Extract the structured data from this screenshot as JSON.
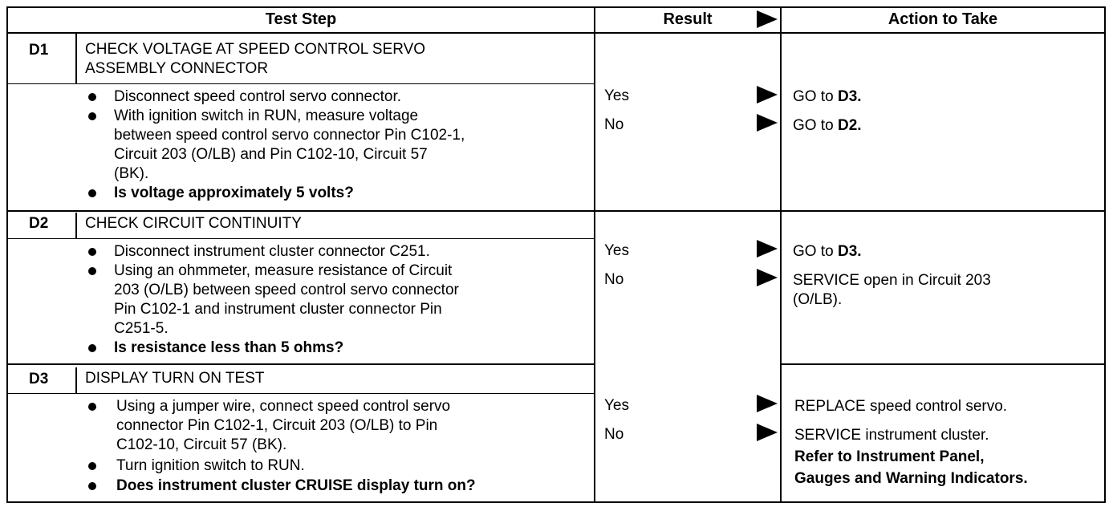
{
  "header": {
    "test_step": "Test Step",
    "result": "Result",
    "action": "Action to Take"
  },
  "rows": [
    {
      "code": "D1",
      "title_line1": "CHECK VOLTAGE AT SPEED CONTROL SERVO",
      "title_line2": "ASSEMBLY CONNECTOR",
      "steps": [
        [
          "Disconnect speed control servo connector."
        ],
        [
          "With ignition switch in RUN, measure voltage",
          "between speed control servo connector Pin C102-1,",
          "Circuit 203 (O/LB) and Pin C102-10, Circuit 57",
          "(BK)."
        ],
        [
          "Is voltage approximately 5 volts?"
        ]
      ],
      "results": [
        "Yes",
        "No"
      ],
      "actions": [
        {
          "prefix": "GO to ",
          "ref": "D3."
        },
        {
          "prefix": "GO to ",
          "ref": "D2."
        }
      ]
    },
    {
      "code": "D2",
      "title_line1": "CHECK CIRCUIT CONTINUITY",
      "steps": [
        [
          "Disconnect instrument cluster connector C251."
        ],
        [
          "Using an ohmmeter, measure resistance of Circuit",
          "203 (O/LB) between speed control servo connector",
          "Pin C102-1 and instrument cluster connector Pin",
          "C251-5."
        ],
        [
          "Is resistance less than 5 ohms?"
        ]
      ],
      "results": [
        "Yes",
        "No"
      ],
      "actions": [
        {
          "prefix": "GO to ",
          "ref": "D3."
        },
        {
          "line1": "SERVICE open in Circuit 203",
          "line2": "(O/LB)."
        }
      ]
    },
    {
      "code": "D3",
      "title_line1": "DISPLAY TURN ON TEST",
      "steps": [
        [
          "Using a jumper wire, connect speed control servo",
          "connector Pin C102-1, Circuit 203 (O/LB) to Pin",
          "C102-10, Circuit 57 (BK)."
        ],
        [
          "Turn ignition switch to RUN."
        ],
        [
          "Does instrument cluster CRUISE display turn on?"
        ]
      ],
      "results": [
        "Yes",
        "No"
      ],
      "actions": [
        {
          "line1": "REPLACE speed control servo."
        },
        {
          "line1": "SERVICE instrument cluster.",
          "line2": "Refer to Instrument Panel,",
          "line3": "Gauges and Warning Indicators."
        }
      ]
    }
  ]
}
